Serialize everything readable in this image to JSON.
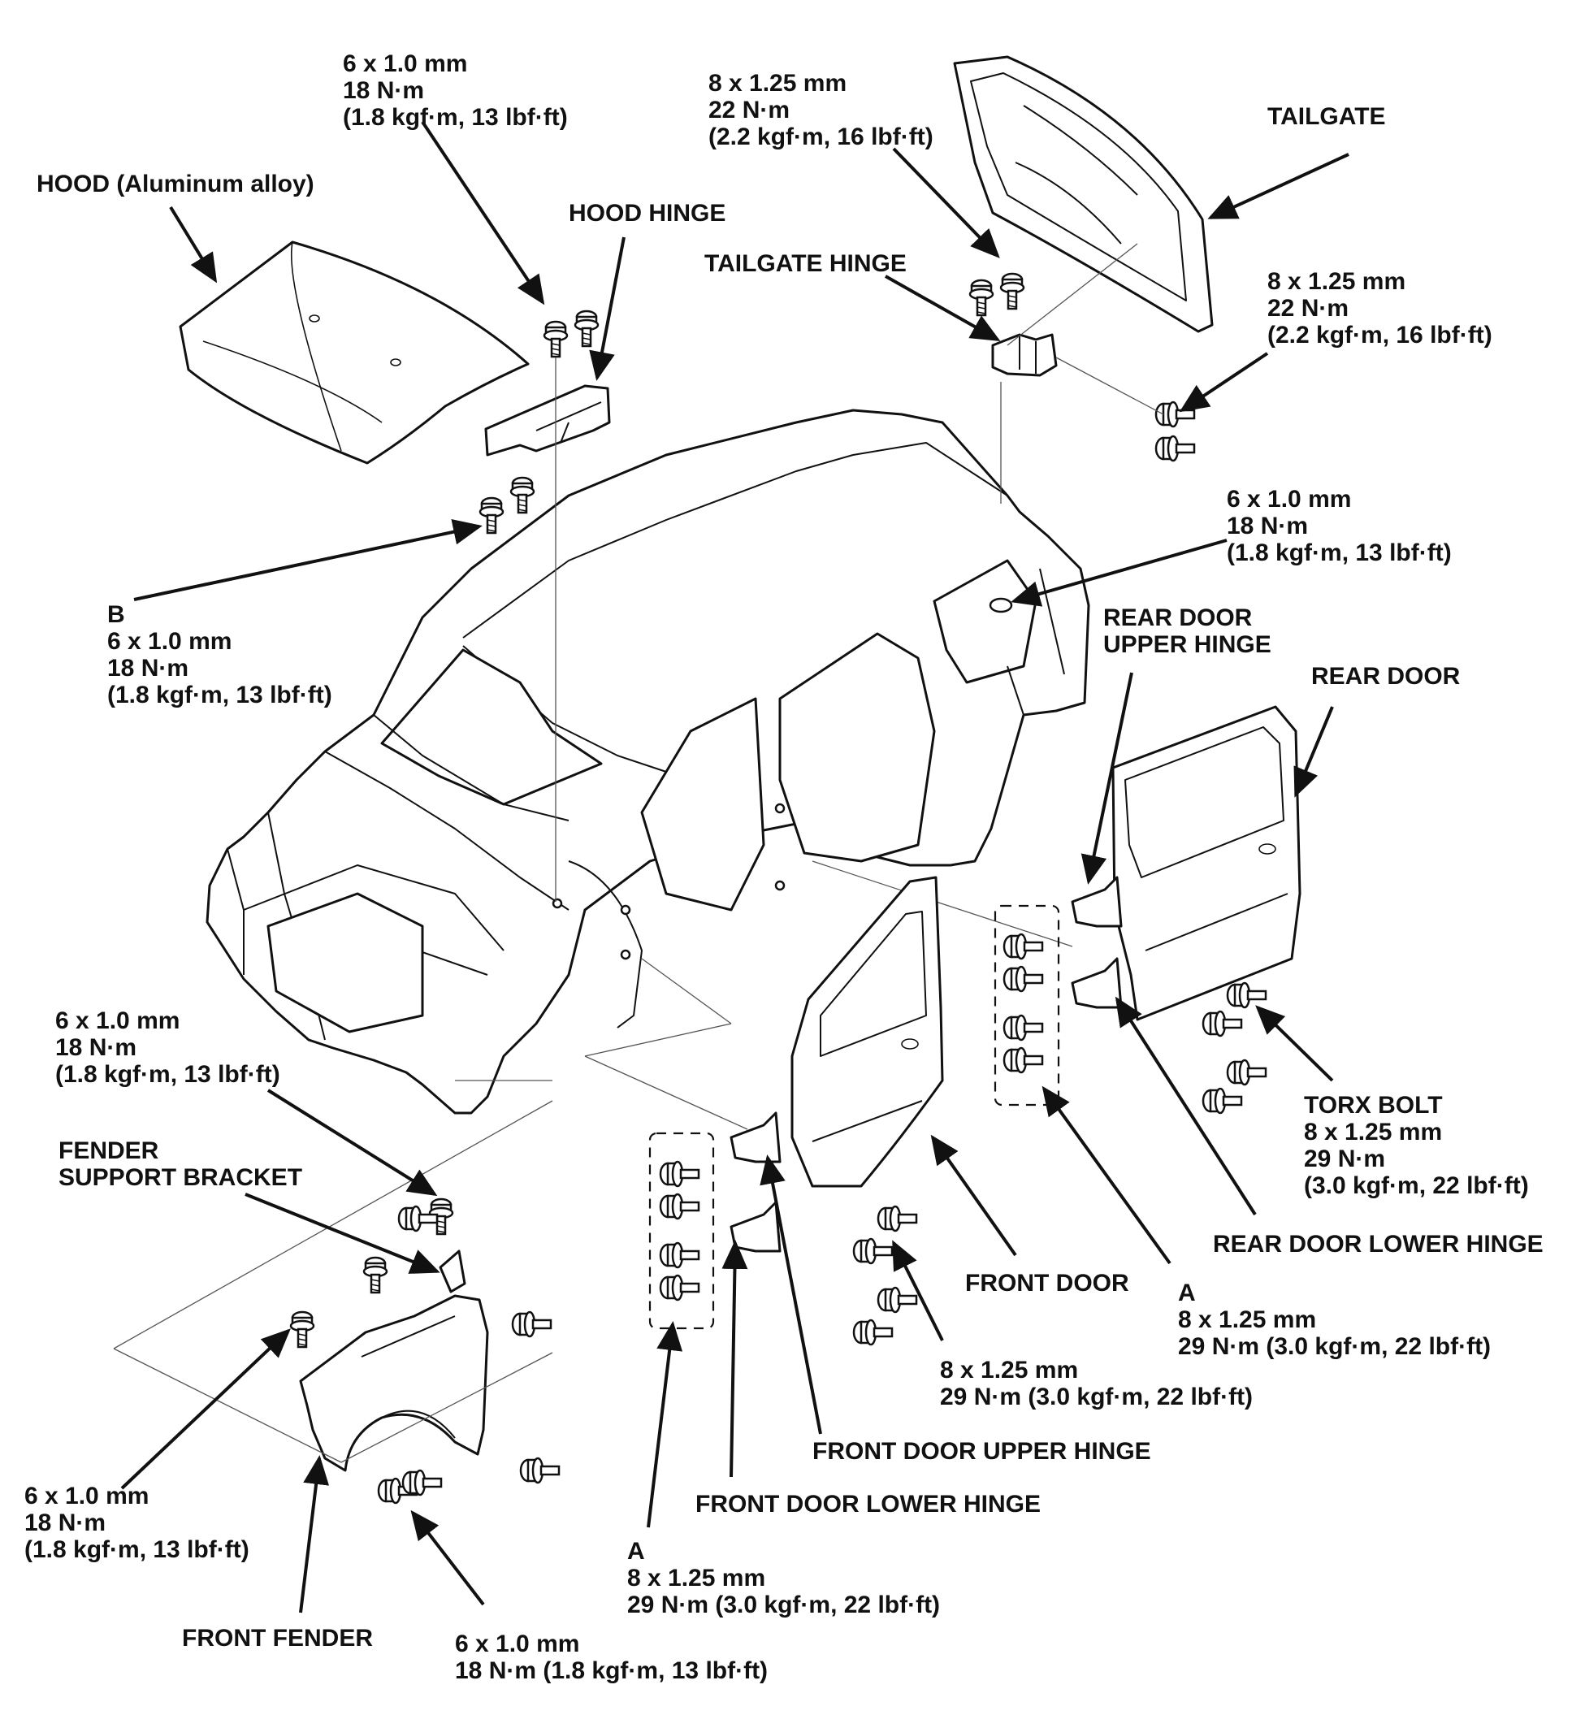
{
  "labels": {
    "hood": "HOOD (Aluminum alloy)",
    "hood_hinge": "HOOD HINGE",
    "hood_hinge_bolt": [
      "6 x 1.0 mm",
      "18 N·m",
      "(1.8 kgf·m, 13 lbf·ft)"
    ],
    "tailgate_hinge_bolt_top": [
      "8 x 1.25 mm",
      "22 N·m",
      "(2.2 kgf·m, 16 lbf·ft)"
    ],
    "tailgate": "TAILGATE",
    "tailgate_hinge": "TAILGATE HINGE",
    "tailgate_hinge_bolt_side": [
      "8 x 1.25 mm",
      "22 N·m",
      "(2.2 kgf·m, 16 lbf·ft)"
    ],
    "tailgate_body_bolt": [
      "6 x 1.0 mm",
      "18 N·m",
      "(1.8 kgf·m, 13 lbf·ft)"
    ],
    "bolt_b": [
      "B",
      "6 x 1.0 mm",
      "18 N·m",
      "(1.8 kgf·m, 13 lbf·ft)"
    ],
    "rear_door_upper_hinge": [
      "REAR DOOR",
      "UPPER HINGE"
    ],
    "rear_door": "REAR DOOR",
    "fender_bracket_bolt": [
      "6 x 1.0 mm",
      "18 N·m",
      "(1.8 kgf·m, 13 lbf·ft)"
    ],
    "fender_support_bracket": [
      "FENDER",
      "SUPPORT BRACKET"
    ],
    "torx_bolt": [
      "TORX BOLT",
      "8 x 1.25 mm",
      "29 N·m",
      "(3.0 kgf·m, 22 lbf·ft)"
    ],
    "rear_door_lower_hinge": "REAR DOOR LOWER HINGE",
    "front_door": "FRONT DOOR",
    "rear_hinge_bolt_a": [
      "A",
      "8 x 1.25 mm",
      "29 N·m (3.0 kgf·m, 22 lbf·ft)"
    ],
    "front_door_bolt": [
      "8 x 1.25 mm",
      "29 N·m (3.0 kgf·m, 22 lbf·ft)"
    ],
    "front_door_upper_hinge": "FRONT DOOR UPPER HINGE",
    "front_door_lower_hinge": "FRONT DOOR LOWER HINGE",
    "fender_side_bolt": [
      "6 x 1.0 mm",
      "18 N·m",
      "(1.8 kgf·m, 13 lbf·ft)"
    ],
    "front_hinge_bolt_a": [
      "A",
      "8 x 1.25 mm",
      "29 N·m (3.0 kgf·m, 22 lbf·ft)"
    ],
    "front_fender": "FRONT FENDER",
    "fender_bottom_bolt": [
      "6 x 1.0 mm",
      "18 N·m (1.8 kgf·m, 13 lbf·ft)"
    ]
  }
}
